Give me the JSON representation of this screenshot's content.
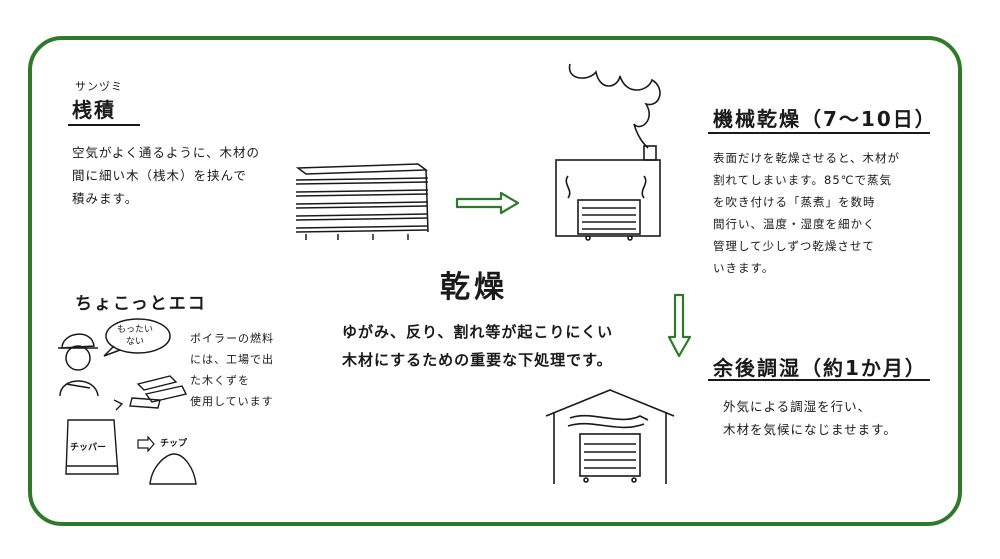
{
  "colors": {
    "frame": "#2f7a2a",
    "arrow": "#2f7a2a",
    "ink": "#1a1a1a"
  },
  "stacking": {
    "ruby": "サンヅミ",
    "heading": "桟積",
    "desc": "空気がよく通るように、木材の\n間に細い木（桟木）を挟んで\n積みます。"
  },
  "machine_drying": {
    "heading": "機械乾燥（7〜10日）",
    "desc": "表面だけを乾燥させると、木材が\n割れてしまいます。85℃で蒸気\nを吹き付ける「蒸煮」を数時\n間行い、温度・湿度を細かく\n管理して少しずつ乾燥させて\nいきます。"
  },
  "center": {
    "title": "乾燥",
    "desc": "ゆがみ、反り、割れ等が起こりにくい\n木材にするための重要な下処理です。"
  },
  "eco": {
    "heading": "ちょこっとエコ",
    "speech": "もったい\nない",
    "desc": "ボイラーの燃料\nには、工場で出\nた木くずを\n使用しています",
    "chipper_label": "チッパー",
    "chip_label": "チップ"
  },
  "conditioning": {
    "heading": "余後調湿（約1か月）",
    "desc": "外気による調湿を行い、\n木材を気候になじませます。"
  },
  "icons": [
    "lumber-stack-illustration",
    "kiln-dryer-illustration",
    "storage-shed-illustration",
    "worker-illustration",
    "wood-scraps-illustration",
    "chipper-bag-illustration",
    "chip-pile-illustration",
    "arrow-right-icon",
    "arrow-down-icon"
  ]
}
